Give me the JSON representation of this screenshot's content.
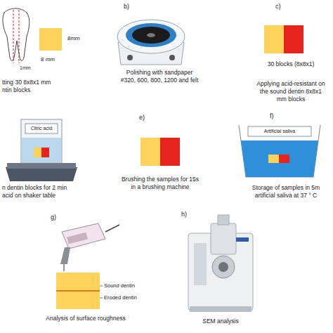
{
  "diagram": {
    "labels": [
      "tting 30 8x8x1 mm ntin blocks",
      "8mm",
      "8 mm",
      "1mm",
      "b)",
      "Polishing with sandpaper #320, 600, 800, 1200 and felt",
      "c)",
      "30 blocks (8x8x1)",
      "Applying acid-resistant on the sound dentin 8x8x1 mm blocks",
      "Citric acid",
      "n dentin blocks for 2 min acid on shaker table",
      "e)",
      "Brushing the samples for 15s in a brushing machine",
      "f)",
      "Artificial saliva",
      "Storage of samples in 5m artificial saliva at 37 ° C",
      "g)",
      "Sound dentin",
      "Eroded dentin",
      "Analysis of surface roughness",
      "h)",
      "SEM analysis"
    ]
  }
}
